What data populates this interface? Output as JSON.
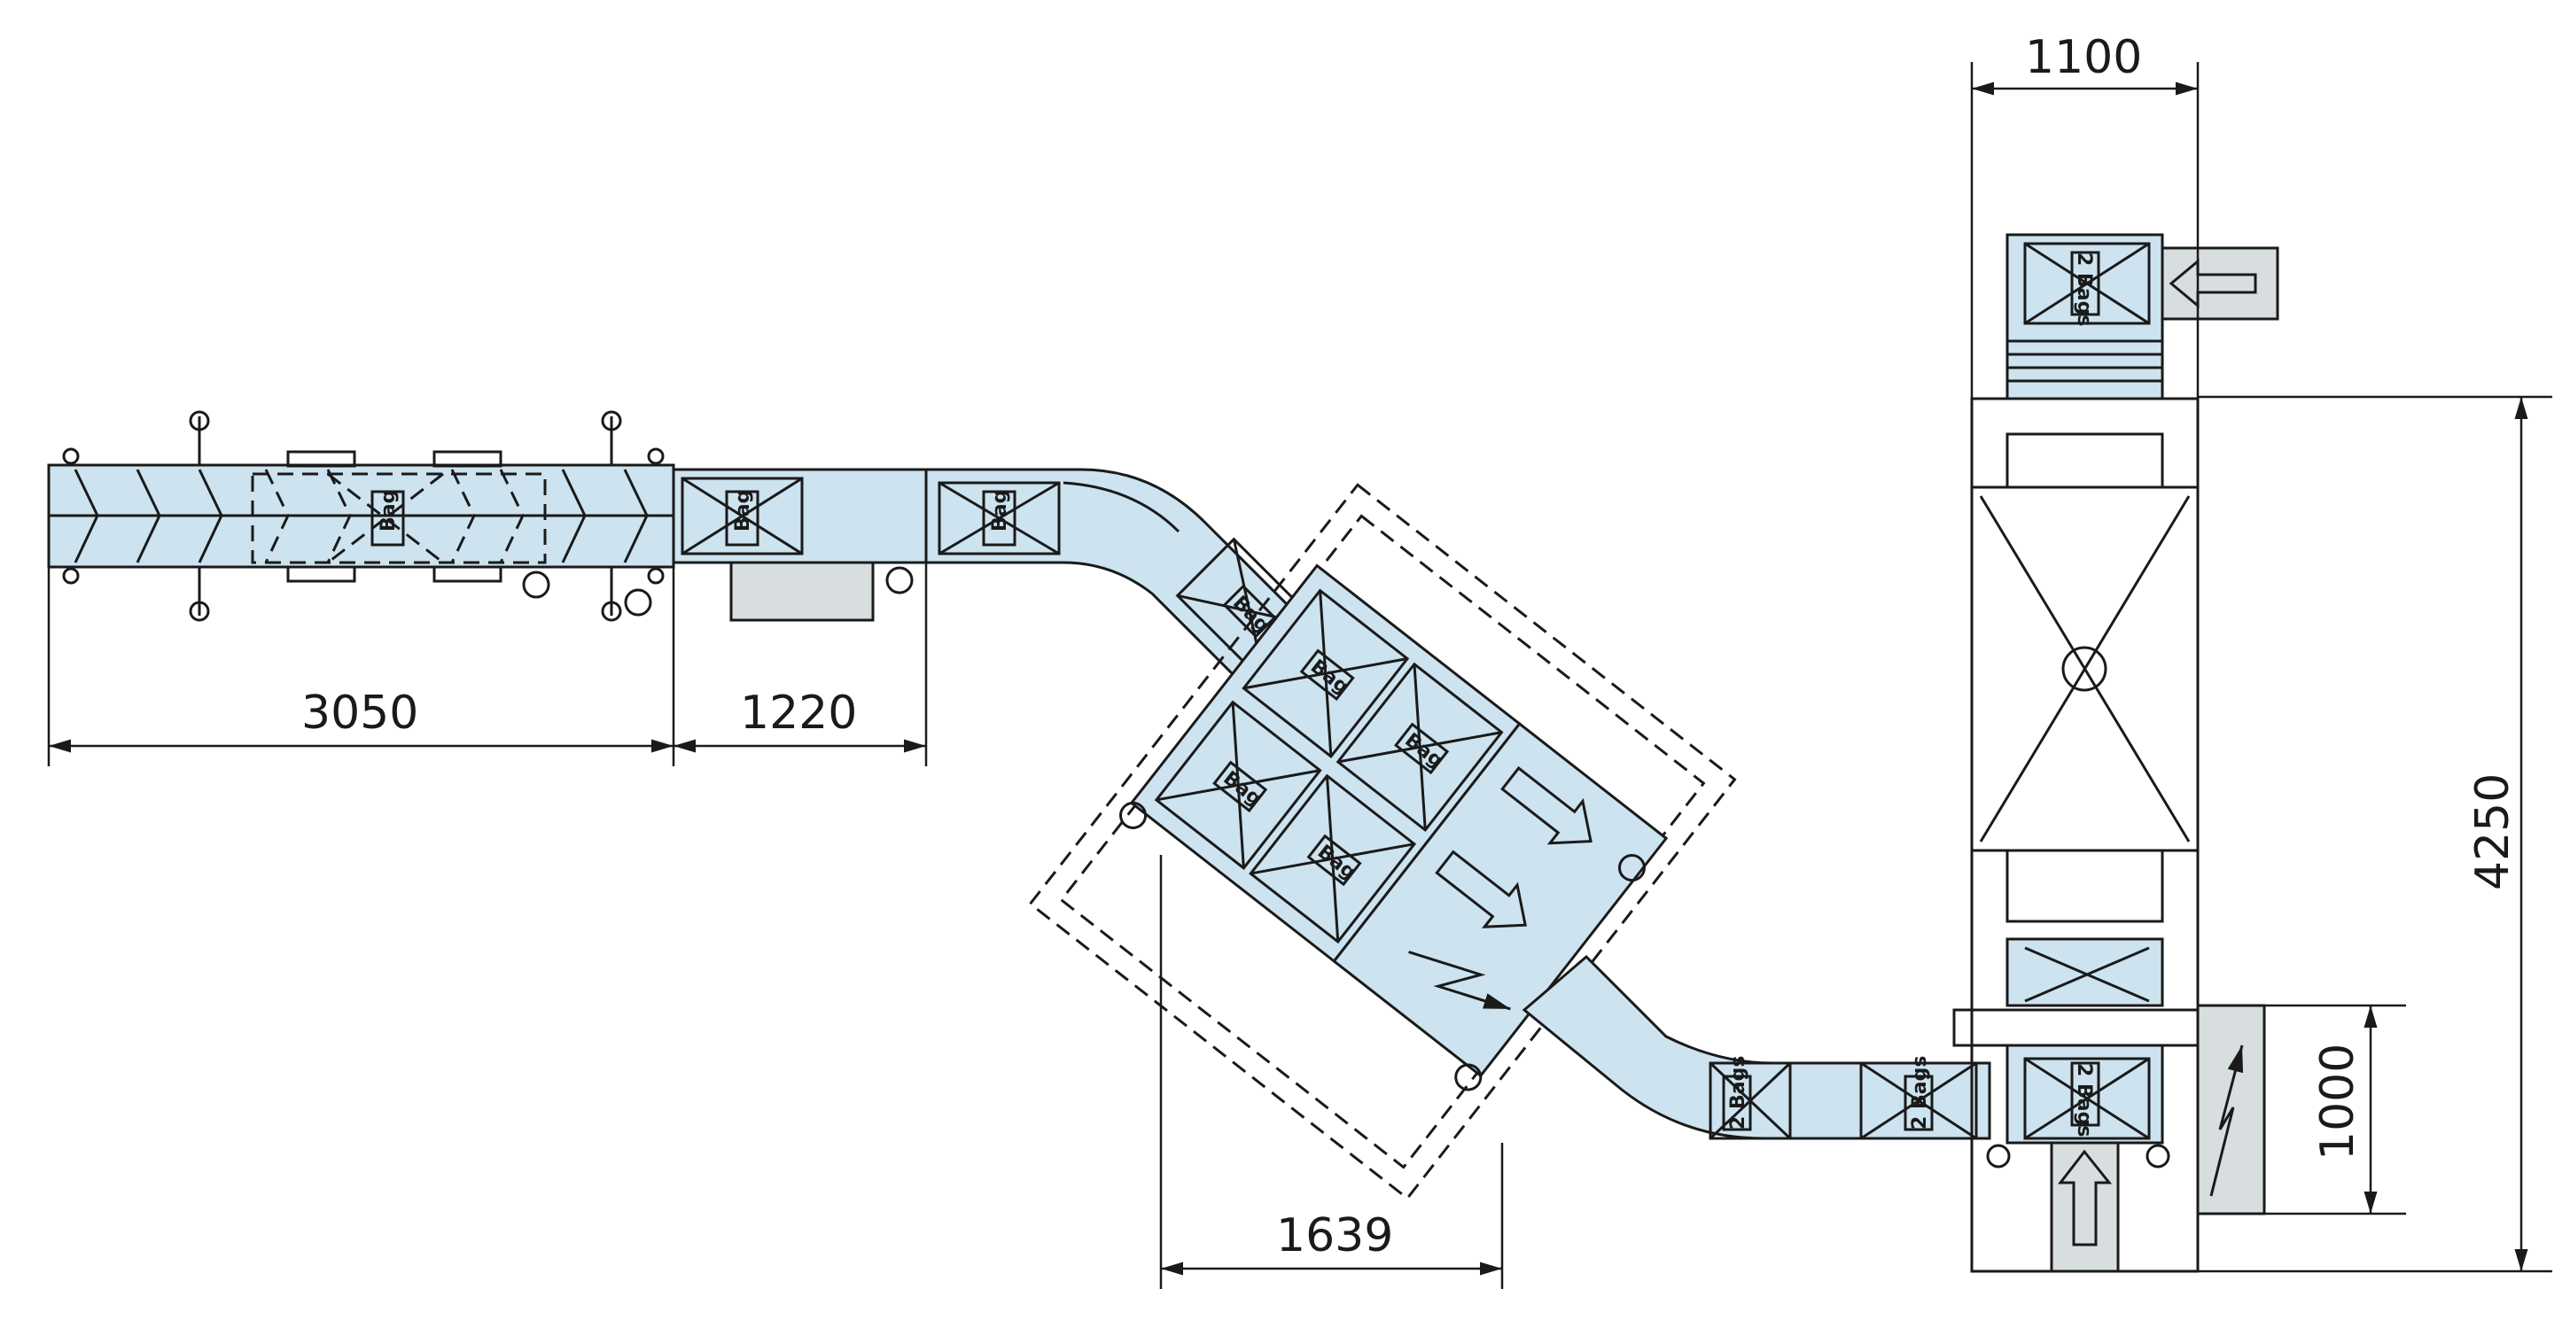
{
  "drawing": {
    "background": "#ffffff",
    "conveyor_color": "#cde3ef",
    "line_color": "#1a1a1a"
  },
  "dimensions": {
    "d1": "3050",
    "d2": "1220",
    "d3": "1639",
    "d4": "1100",
    "d5": "4250",
    "d6": "1000"
  },
  "labels": {
    "bag": "Bag",
    "two_bags": "2 Bags"
  },
  "icons": [
    "arrow-icon",
    "lightning-icon",
    "chevron-icon",
    "caster-wheel-icon"
  ]
}
